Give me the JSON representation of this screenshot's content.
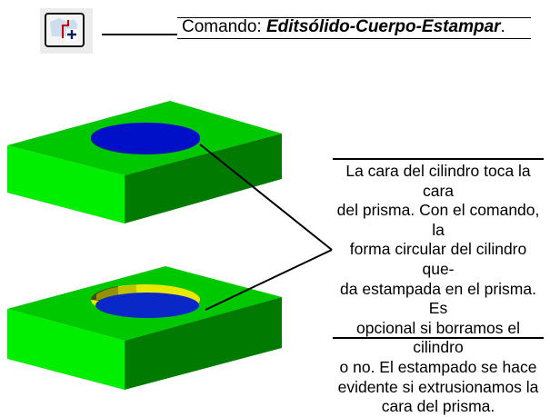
{
  "header": {
    "icon": "extrude-imprint-icon",
    "command_prefix": "Comando: ",
    "command_name": "Editsólido-Cuerpo-Estampar",
    "command_suffix": "."
  },
  "figures": {
    "top": "prism-with-cylinder-face",
    "bottom": "prism-with-imprinted-circle"
  },
  "description": {
    "lines": [
      "La cara del cilindro toca la cara",
      "del prisma. Con el comando, la",
      "forma circular del cilindro que-",
      "da estampada en el prisma. Es",
      "opcional si borramos el cilindro",
      "o no. El estampado se hace",
      "evidente si extrusionamos la",
      "cara del prisma."
    ]
  },
  "colors": {
    "green_top": "#00c800",
    "green_front": "#00ee00",
    "green_right": "#007a00",
    "blue": "#0010c8",
    "yellow": "#e8e800"
  }
}
